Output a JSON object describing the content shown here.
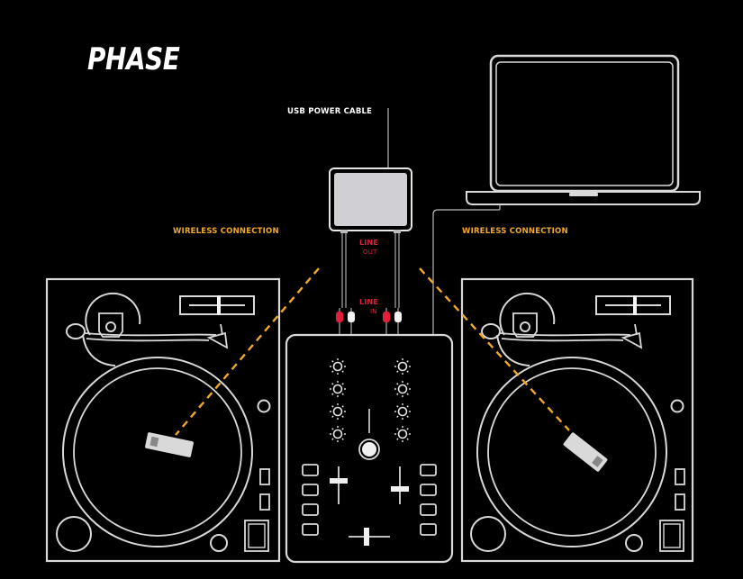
{
  "brand": {
    "logo_text": "PHASE"
  },
  "labels": {
    "usb_power_cable": "USB POWER CABLE",
    "wireless_left": "WIRELESS CONNECTION",
    "wireless_right": "WIRELESS CONNECTION",
    "line_out_top": "LINE",
    "line_out_bottom": "OUT",
    "line_in_top": "LINE",
    "line_in_bottom": "IN"
  },
  "colors": {
    "background": "#000000",
    "outline": "#d9d9d9",
    "wireless_accent": "#f0a92a",
    "line_accent": "#e0203a",
    "receiver_fill": "#d0d0d4"
  },
  "components": [
    "turntable-left",
    "turntable-right",
    "dj-mixer",
    "laptop",
    "phase-receiver",
    "wireless-remote-left",
    "wireless-remote-right"
  ]
}
